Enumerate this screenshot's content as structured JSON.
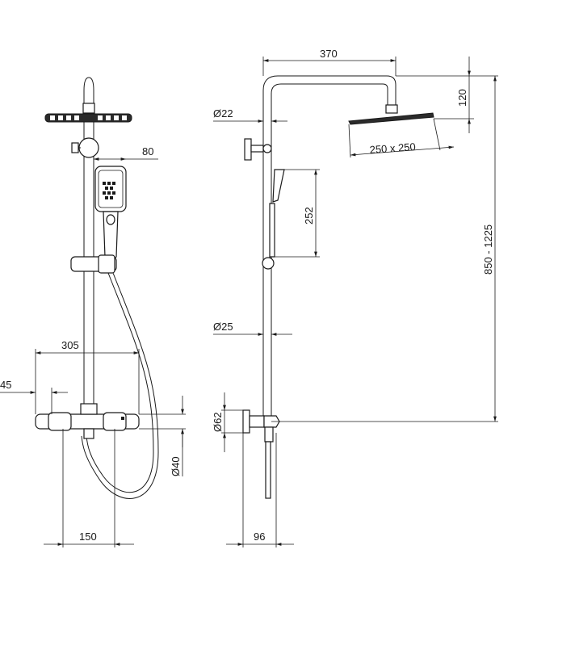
{
  "colors": {
    "line": "#1a1a1a",
    "background": "#ffffff"
  },
  "dimensions": {
    "d370": "370",
    "d120": "120",
    "d22": "Ø22",
    "d80": "80",
    "d250": "250 x 250",
    "d252": "252",
    "d850": "850 - 1225",
    "d25": "Ø25",
    "d305": "305",
    "d45": "45",
    "d62": "Ø62",
    "d40": "Ø40",
    "d150": "150",
    "d96": "96"
  }
}
